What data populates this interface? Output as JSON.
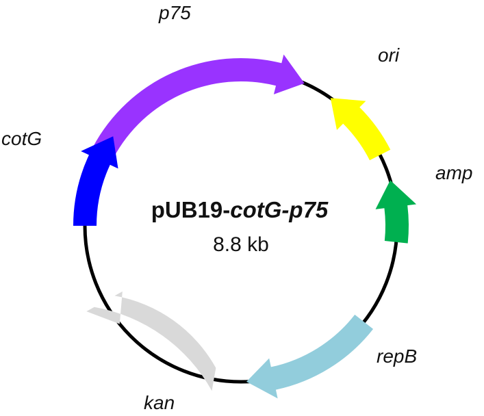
{
  "plasmid": {
    "name_prefix": "pUB19-",
    "name_cotG": "cotG",
    "name_sep": "-",
    "name_p75": "p75",
    "size": "8.8 kb",
    "backbone_color": "#000000"
  },
  "features": [
    {
      "id": "p75",
      "label": "p75",
      "color": "#9933ff",
      "start_deg": -62,
      "end_deg": 24,
      "direction": "cw"
    },
    {
      "id": "ori",
      "label": "ori",
      "color": "#ffff00",
      "start_deg": 63,
      "end_deg": 35,
      "direction": "ccw"
    },
    {
      "id": "amp",
      "label": "amp",
      "color": "#00b050",
      "start_deg": 96,
      "end_deg": 73,
      "direction": "ccw"
    },
    {
      "id": "repB",
      "label": "repB",
      "color": "#92cddc",
      "start_deg": 128,
      "end_deg": 178,
      "direction": "cw"
    },
    {
      "id": "kan",
      "label": "kan",
      "color": "#d9d9d9",
      "start_deg": 190,
      "end_deg": 231,
      "direction": "ccw"
    },
    {
      "id": "cotG",
      "label": "cotG",
      "color": "#0000ff",
      "start_deg": 270,
      "end_deg": 305,
      "direction": "cw"
    }
  ]
}
